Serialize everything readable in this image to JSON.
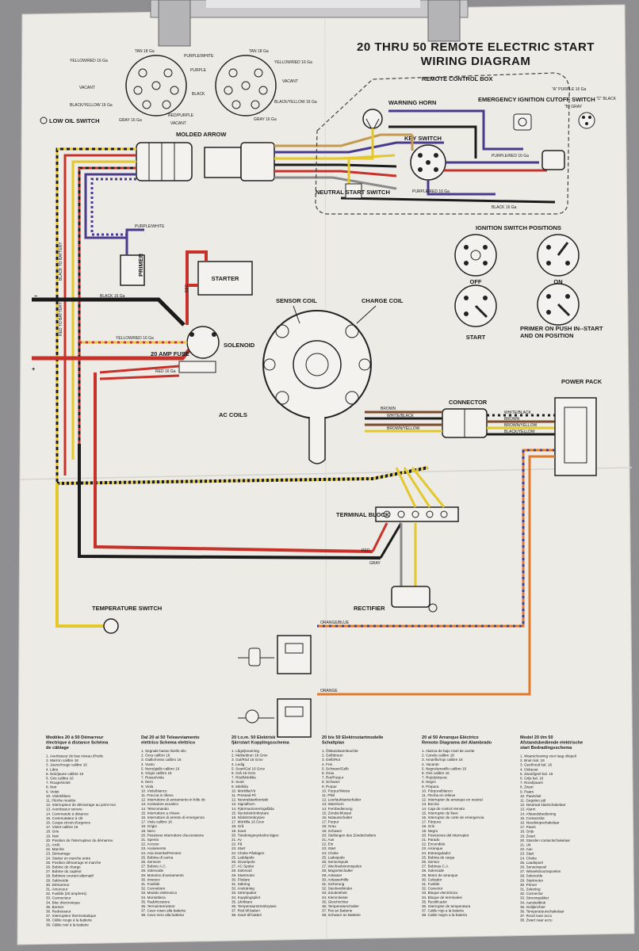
{
  "header": {
    "title_line1": "20 THRU 50 REMOTE ELECTRIC START",
    "title_line2": "WIRING DIAGRAM"
  },
  "components": {
    "remote_control_box": "REMOTE CONTROL BOX",
    "warning_horn": "WARNING HORN",
    "emergency_cutoff": "EMERGENCY IGNITION CUTOFF SWITCH",
    "key_switch": "KEY SWITCH",
    "neutral_start_switch": "NEUTRAL START SWITCH",
    "low_oil_switch": "LOW OIL SWITCH",
    "molded_arrow": "MOLDED ARROW",
    "primer": "PRIMER",
    "starter": "STARTER",
    "solenoid": "SOLENOID",
    "amp_fuse": "20 AMP FUSE",
    "sensor_coil": "SENSOR COIL",
    "charge_coil": "CHARGE COIL",
    "ac_coils": "AC COILS",
    "connector": "CONNECTOR",
    "power_pack": "POWER PACK",
    "terminal_block": "TERMINAL BLOCK",
    "rectifier": "RECTIFIER",
    "temperature_switch": "TEMPERATURE SWITCH",
    "black_to_battery": "BLACK TO BATTERY",
    "red_to_battery": "RED TO BATTERY",
    "minus": "−",
    "plus": "+"
  },
  "ignition": {
    "title": "IGNITION SWITCH POSITIONS",
    "positions": [
      "OFF",
      "ON",
      "START",
      "PRIMER ON PUSH IN--START AND ON POSITION"
    ]
  },
  "wire_labels": {
    "tan": "TAN 18 Ga",
    "yellow_red": "YELLOW/RED 16 Ga",
    "purple_white": "PURPLE/WHITE",
    "purple": "PURPLE",
    "vacant": "VACANT",
    "black": "BLACK",
    "black_yellow": "BLACK/YELLOW 16 Ga",
    "gray": "GRAY 16 Ga",
    "red_purple": "RED/PURPLE",
    "black_16": "BLACK 16 Ga",
    "purple_red": "PURPLE/RED 16 Ga",
    "red_16": "RED 16 Ga",
    "brown": "BROWN",
    "white_black": "WHITE/BLACK",
    "brown_yellow": "BROWN/YELLOW",
    "black_yellow_short": "BLACK/YELLOW",
    "orange_blue": "ORANGE/BLUE",
    "orange": "ORANGE",
    "red": "RED",
    "gray_short": "GRAY",
    "a_purple": "\"A\" PURPLE 16 Ga",
    "c_black": "\"C\" BLACK",
    "b_gray": "\"B\" GRAY"
  },
  "legends": [
    {
      "title": "Modèles 20 à 50 Démarreur électrique à distance Schéma de câblage",
      "items": [
        "Avertisseur de bas niveau d'huile",
        "Marron calibre 18",
        "Jaune/rouge calibre 16",
        "Libre",
        "Noir/jaune calibre 16",
        "Gris calibre 16",
        "Rouge/violet",
        "Noir",
        "Violet",
        "Violet/blanc",
        "Flèche moulée",
        "Interrupteur de démarrage au point mort",
        "Avertisseur sonore",
        "Commande à distance",
        "Commutateur à clé",
        "Coupe-circuit d'urgence",
        "Violet calibre 16",
        "Gris",
        "Noir",
        "Position de l'interrupteur du démarreur",
        "Arrêt",
        "Marche",
        "Démarrage",
        "Starter en marche entre",
        "Position démarrage et marche",
        "Bobine de charge",
        "Bobine du capteur",
        "Bobines courant alternatif",
        "Solénoïde",
        "Démarreur",
        "Amorceur",
        "Fusible (20 ampères)",
        "Connecteur",
        "Bloc électronique",
        "Bornier",
        "Redresseur",
        "Interrupteur thermostatique",
        "Câble rouge à la batterie",
        "Câble noir à la batterie"
      ]
    },
    {
      "title": "Dal 20 al 50 Teleavviamento elettrico Schema elettrico",
      "items": [
        "Segnale basso livello olio",
        "Ocra calibro 18",
        "Giallo/rosso calibro 16",
        "Vuoto",
        "Nero/giallo calibro 16",
        "Grigio calibro 16",
        "Rosso/viola",
        "Nero",
        "Viola",
        "Viola/bianco",
        "Freccia in rilievo",
        "Interruttore di avviamento in folle obbligato",
        "Avvisatore acustico",
        "Telecomando",
        "Interruttore a chiave",
        "Interruttore di arresto di emergenza",
        "Viola calibro 16",
        "Grigio",
        "Nero",
        "Posizione interruttore d'accensione",
        "Spento",
        "Acceso",
        "Avviamento",
        "Aria inserita/Premere",
        "Bobina di carica",
        "Sensore",
        "Bobine A.C.",
        "Solenoide",
        "Motorino d'avviamento",
        "Innesco",
        "Fusibile",
        "Connettore",
        "Modulo elettronico",
        "Morsettiera",
        "Raddrizzatore",
        "Termointerruttore",
        "Cavo rosso alla batteria",
        "Cavo nero alla batteria"
      ]
    },
    {
      "title": "20 t.o.m. 50 Elektrisk fjärrstart Kopplingsschema",
      "items": [
        "Lågoljevarning",
        "Mellanbrun 18 Grov",
        "Gul/Röd 16 Grov",
        "Ledig",
        "Svart/Gul 16 Grov",
        "Grå 16 Grov",
        "Röd/Mörklila",
        "Svart",
        "Mörklila",
        "Mörklila/Vit",
        "Pressad Pil",
        "Neutralstartkontakt",
        "Signalhorn",
        "Fjärrmanövreringslåda",
        "Nyckelströmbrytare",
        "Nödströmbrytare",
        "Mörklila 16 Grov",
        "Grå",
        "Svart",
        "Tändningsnyckelns lägen",
        "Av",
        "På",
        "Start",
        "Choke Påslagen",
        "Laddspole",
        "Givarspole",
        "AC Spolar",
        "Solenoid",
        "Startmotor",
        "Flödare",
        "Säkring",
        "Anslutning",
        "Strömpaket",
        "Kopplingsplint",
        "Likriktare",
        "Temperaturströmbrytare",
        "Röd till batteri",
        "Svart till batteri"
      ]
    },
    {
      "title": "20 bis 50 Elektrostartmodelle Schaltplan",
      "items": [
        "Ölstandwarnleuchte",
        "Gelbbraun",
        "Gelb/Rot",
        "Frei",
        "Schwarz/Gelb",
        "Grau",
        "Rot/Purpur",
        "Schwarz",
        "Purpur",
        "Purpur/Weiss",
        "Pfeil",
        "Leerlaufstartschalter",
        "Warnhorn",
        "Fernbedienung",
        "Zündschlüssel",
        "Notausschalter",
        "Purpur",
        "Grau",
        "Schwarz",
        "Stellungen des Zündschalters",
        "Aus",
        "Ein",
        "Start",
        "Choke",
        "Ladespule",
        "Sensorspule",
        "Wechselstromspulen",
        "Magnetschalter",
        "Anlasser",
        "Anlasserhilfe",
        "Sicherung",
        "Steckverbinder",
        "Zündeinheit",
        "Klemmleiste",
        "Gleichrichter",
        "Temperaturschalter",
        "Rot an Batterie",
        "Schwarz an Batterie"
      ]
    },
    {
      "title": "20 al 50 Arranque Eléctrico Remoto Diagrama del Alambrado",
      "items": [
        "Alarma de bajo nivel de aceite",
        "Canela calibre 18",
        "Amarillo/rojo calibre 16",
        "Vacante",
        "Negro/amarillo calibre 16",
        "Gris calibre 16",
        "Rojo/púrpura",
        "Negro",
        "Púrpura",
        "Púrpura/blanco",
        "Flecha en relieve",
        "Interruptor de arranque en neutral",
        "Bocina",
        "Caja de control remoto",
        "Interruptor de llave",
        "Interruptor de corte de emergencia",
        "Púrpura",
        "Gris",
        "Negro",
        "Posiciones del interruptor",
        "Parado",
        "Encendido",
        "Arranque",
        "Estrangulador",
        "Bobina de carga",
        "Sensor",
        "Bobinas C.A.",
        "Solenoide",
        "Motor de arranque",
        "Cebador",
        "Fusible",
        "Conector",
        "Bloque electrónico",
        "Bloque de terminales",
        "Rectificador",
        "Interruptor de temperatura",
        "Cable rojo a la batería",
        "Cable negro a la batería"
      ]
    },
    {
      "title": "Model 20 t/m 50 Afstandsbediende elektrische start Bedradingsschema",
      "items": [
        "Waarschuwing voor laag oliepeil",
        "Bruin kal. 18",
        "Geel/rood kal. 16",
        "Onbezet",
        "Zwart/geel kal. 16",
        "Grijs kal. 16",
        "Rood/paars",
        "Zwart",
        "Paars",
        "Paars/wit",
        "Gegoten pijl",
        "Neutraal startschakelaar",
        "Alarm",
        "Afstandsbediening",
        "Contactslot",
        "Noodstopschakelaar",
        "Paars",
        "Grijs",
        "Zwart",
        "Standen contactschakelaar",
        "Uit",
        "Aan",
        "Start",
        "Choke",
        "Laadspoel",
        "Sensorspoel",
        "Wisselstroomspoelen",
        "Solenoïde",
        "Startmotor",
        "Primer",
        "Zekering",
        "Connector",
        "Stroompakket",
        "Aansluitblok",
        "Gelijkrichter",
        "Temperatuurschakelaar",
        "Rood naar accu",
        "Zwart naar accu"
      ]
    }
  ],
  "colors": {
    "paper": "#ecebe6",
    "wire_red": "#c8302a",
    "wire_black": "#1b1b1b",
    "wire_yellow": "#e4c72a",
    "wire_orange": "#e07a2a",
    "wire_purple": "#4a3a8c",
    "wire_tan": "#c49a52",
    "wire_brown": "#7a4a2a",
    "wire_gray": "#8a8a8a"
  }
}
